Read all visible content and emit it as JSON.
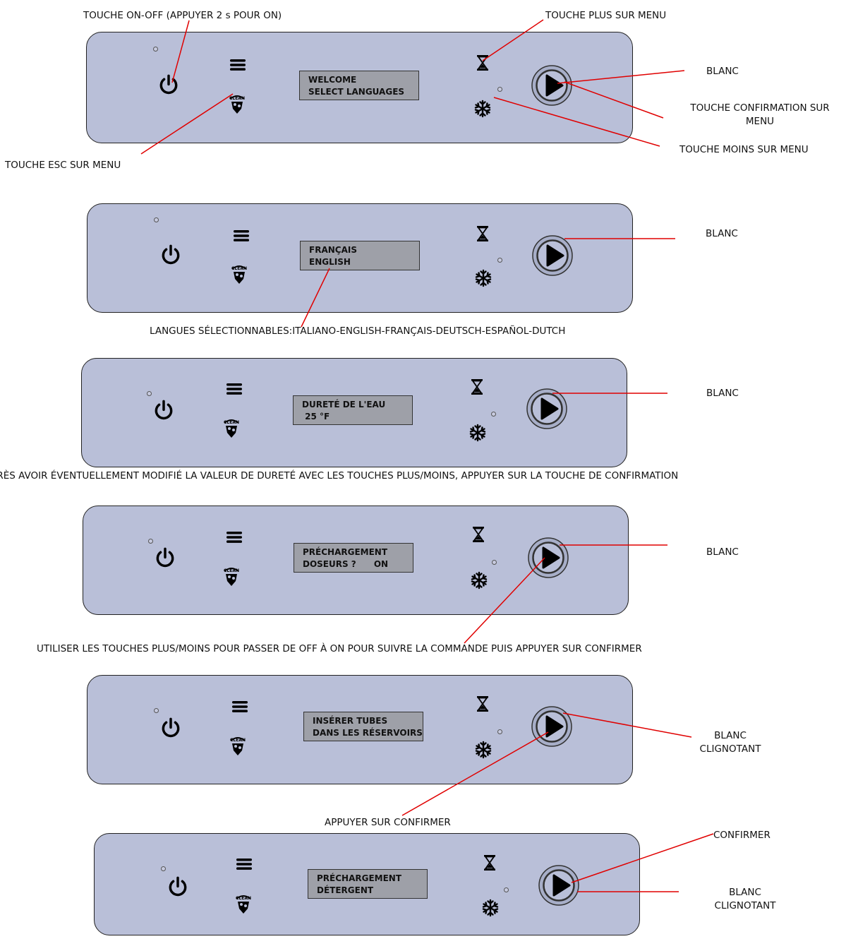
{
  "annotations": {
    "on_off": "TOUCHE ON-OFF (APPUYER 2 s POUR ON)",
    "plus": "TOUCHE PLUS SUR MENU",
    "blanc": "BLANC",
    "confirm_line1": "TOUCHE CONFIRMATION SUR",
    "confirm_line2": "MENU",
    "minus": "TOUCHE MOINS SUR MENU",
    "esc": "TOUCHE ESC SUR MENU",
    "langues": "LANGUES SÉLECTIONNABLES:ITALIANO-ENGLISH-FRANÇAIS-DEUTSCH-ESPAÑOL-DUTCH",
    "durete_note": "APRÈS AVOIR ÉVENTUELLEMENT MODIFIÉ LA VALEUR DE DURETÉ AVEC LES TOUCHES PLUS/MOINS, APPUYER SUR LA TOUCHE DE CONFIRMATION",
    "utiliser_note": "UTILISER LES TOUCHES PLUS/MOINS POUR PASSER DE OFF À ON POUR SUIVRE LA COMMANDE PUIS APPUYER SUR CONFIRMER",
    "blanc_clignotant_1": "BLANC",
    "blanc_clignotant_2": "CLIGNOTANT",
    "appuyer": "APPUYER SUR CONFIRMER",
    "confirmer": "CONFIRMER"
  },
  "panels": [
    {
      "line1": "WELCOME",
      "line2": "SELECT LANGUAGES"
    },
    {
      "line1": "FRANÇAIS",
      "line2": "ENGLISH"
    },
    {
      "line1": "DURETÉ DE L'EAU",
      "line2": " 25 °F"
    },
    {
      "line1": "PRÉCHARGEMENT",
      "line2": "DOSEURS ?      ON"
    },
    {
      "line1": "INSÉRER TUBES",
      "line2": "DANS LES RÉSERVOIRS"
    },
    {
      "line1": "PRÉCHARGEMENT",
      "line2": "DÉTERGENT"
    }
  ],
  "icons": [
    "power-icon",
    "menu-icon",
    "clean-icon",
    "hourglass-icon",
    "snowflake-icon",
    "play-icon"
  ],
  "colors": {
    "panel": "#b9bfd8",
    "lcd": "#9ea0a8",
    "callout_line": "#e00000"
  }
}
